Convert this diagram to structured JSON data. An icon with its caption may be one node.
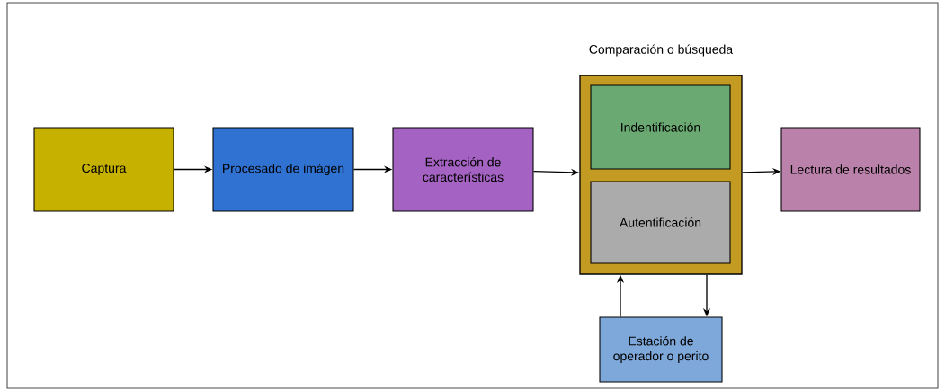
{
  "diagram": {
    "nodes": [
      {
        "text": [
          "Captura"
        ]
      },
      {
        "text": [
          "Procesado de imágen"
        ]
      },
      {
        "text": [
          "Extracción de características"
        ]
      },
      {
        "text": [
          "Comparación o búsqueda"
        ]
      },
      {
        "text": [
          "Indentificación"
        ],
        "in": 3
      },
      {
        "text": [
          "Autentificación"
        ],
        "in": 3
      },
      {
        "text": [
          "Lectura de resultados"
        ]
      },
      {
        "text": [
          "Estación de operador o perito"
        ]
      }
    ],
    "edges": [
      {
        "from": 0,
        "to": 1,
        "arrow": "to"
      },
      {
        "from": 1,
        "to": 2,
        "arrow": "to"
      },
      {
        "from": 2,
        "to": 3,
        "arrow": "to"
      },
      {
        "from": 3,
        "to": 6,
        "arrow": "to"
      },
      {
        "from": 7,
        "to": 3,
        "arrow": "to"
      },
      {
        "from": 3,
        "to": 7,
        "arrow": "to"
      }
    ]
  }
}
